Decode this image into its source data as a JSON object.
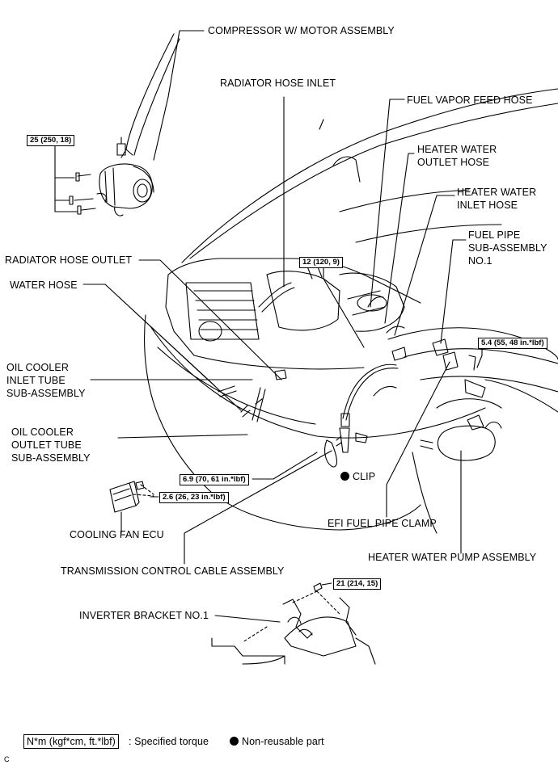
{
  "labels": {
    "compressor": "COMPRESSOR W/ MOTOR ASSEMBLY",
    "radiator_hose_inlet": "RADIATOR HOSE INLET",
    "fuel_vapor_feed_hose": "FUEL VAPOR FEED HOSE",
    "heater_water_outlet_hose_1": "HEATER WATER",
    "heater_water_outlet_hose_2": "OUTLET HOSE",
    "heater_water_inlet_hose_1": "HEATER WATER",
    "heater_water_inlet_hose_2": "INLET HOSE",
    "fuel_pipe_1": "FUEL PIPE",
    "fuel_pipe_2": "SUB-ASSEMBLY",
    "fuel_pipe_3": "NO.1",
    "radiator_hose_outlet": "RADIATOR HOSE OUTLET",
    "water_hose": "WATER HOSE",
    "oil_cooler_inlet_1": "OIL COOLER",
    "oil_cooler_inlet_2": "INLET TUBE",
    "oil_cooler_inlet_3": "SUB-ASSEMBLY",
    "oil_cooler_outlet_1": "OIL COOLER",
    "oil_cooler_outlet_2": "OUTLET TUBE",
    "oil_cooler_outlet_3": "SUB-ASSEMBLY",
    "clip": "CLIP",
    "cooling_fan_ecu": "COOLING FAN ECU",
    "efi_fuel_pipe_clamp": "EFI FUEL PIPE CLAMP",
    "heater_water_pump": "HEATER WATER PUMP ASSEMBLY",
    "transmission_control_cable": "TRANSMISSION CONTROL CABLE ASSEMBLY",
    "inverter_bracket": "INVERTER BRACKET NO.1"
  },
  "torques": {
    "t_compressor": "25 (250, 18)",
    "t_engine": "12 (120, 9)",
    "t_pump": "5.4 (55, 48 in.*lbf)",
    "t_cable": "6.9 (70, 61 in.*lbf)",
    "t_ecu": "2.6 (26, 23 in.*lbf)",
    "t_bracket": "21 (214, 15)"
  },
  "legend": {
    "torque_box": "N*m (kgf*cm, ft.*lbf)",
    "torque_text": ": Specified torque",
    "nonreusable_text": "Non-reusable part"
  },
  "corner_code": "C"
}
